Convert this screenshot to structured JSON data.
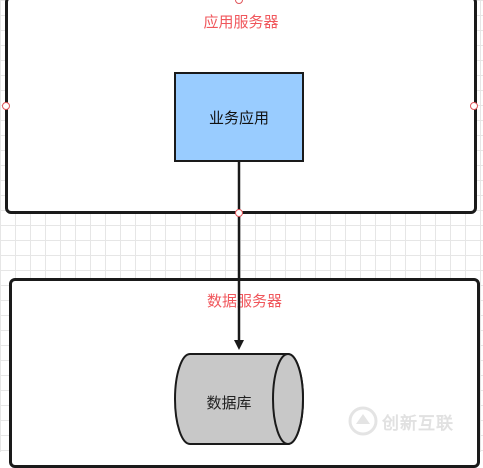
{
  "app_server": {
    "title": "应用服务器",
    "component": "业务应用"
  },
  "db_server": {
    "title": "数据服务器",
    "component": "数据库"
  },
  "watermark": {
    "text": "创新互联"
  },
  "colors": {
    "title_text": "#f0575c",
    "app_box_fill": "#99ccff",
    "db_fill": "#c8c8c8",
    "border": "#1a1a1a"
  }
}
